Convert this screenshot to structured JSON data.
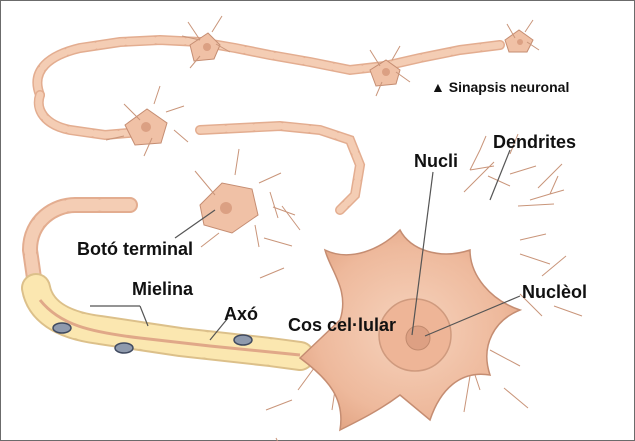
{
  "diagram": {
    "labels": {
      "sinapsis": "▲ Sinapsis neuronal",
      "dendrites": "Dendrites",
      "nucli": "Nucli",
      "boto_terminal": "Botó terminal",
      "mielina": "Mielina",
      "axo": "Axó",
      "cos_cellular": "Cos cel·lular",
      "nucleol": "Nuclèol"
    },
    "colors": {
      "neuron_fill": "#f2c7ad",
      "neuron_stroke": "#c58d72",
      "myelin_fill": "#fbe7b0",
      "myelin_stroke": "#d8b77a",
      "nucleus_fill": "#e7a98c",
      "leader_line": "#555555",
      "border": "#6b6b6b"
    },
    "icons": [
      "neuron-illustration",
      "myelin-sheath",
      "schwann-cell-nucleus"
    ]
  }
}
